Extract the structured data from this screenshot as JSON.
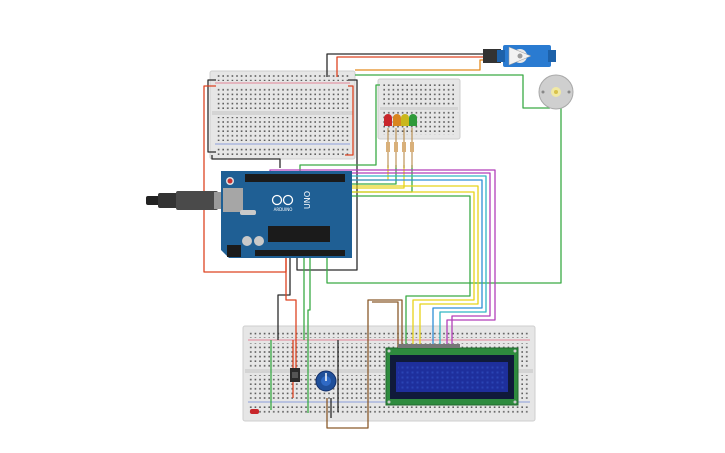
{
  "circuit": {
    "arduino": {
      "brand_text": "ARDUINO",
      "model_text": "UNO"
    },
    "colors": {
      "breadboard": "#e3e3e3",
      "breadboard_hole": "#4d4d4d",
      "arduino_board": "#1f5f94",
      "lcd_board": "#2e8b3e",
      "lcd_screen": "#1e2f9c",
      "servo_body": "#2a7bd1",
      "motor_body": "#cfcfcf",
      "wire_red": "#e0282d",
      "wire_black": "#2b2b2b",
      "wire_green": "#3aaa45",
      "wire_yellow": "#e7d31a",
      "wire_orange": "#e48a1e",
      "wire_blue": "#2f8fd6",
      "wire_purple": "#b23fb9",
      "wire_brown": "#8a5a2b",
      "wire_cyan": "#31b6c4",
      "led_red": "#c8262b",
      "led_orange": "#d9861f",
      "led_yellow": "#c9b71c",
      "led_green": "#2f9a3a"
    },
    "components": [
      "usb-cable",
      "arduino-uno",
      "breadboard-top-left",
      "breadboard-top-right",
      "breadboard-bottom",
      "servo-motor",
      "dc-motor",
      "traffic-leds",
      "resistors",
      "potentiometer",
      "push-button",
      "lcd-16x2",
      "indicator-led"
    ]
  }
}
